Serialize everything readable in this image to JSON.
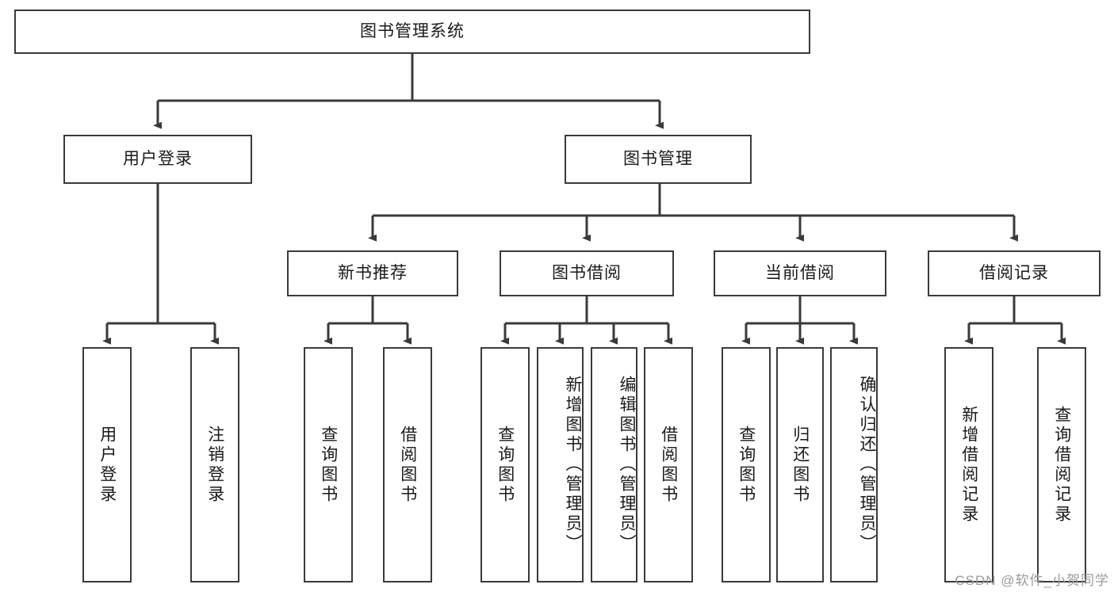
{
  "diagram": {
    "type": "tree-hierarchy-chart",
    "title": "图书管理系统",
    "stroke_color": "#3a3a3a",
    "fill_color": "#ffffff",
    "text_color": "#1a1a1a",
    "watermark": "CSDN @软件_小贺同学"
  },
  "nodes": {
    "root": {
      "label": "图书管理系统"
    },
    "level2": [
      {
        "id": "user-login",
        "label": "用户登录"
      },
      {
        "id": "book-manage",
        "label": "图书管理"
      }
    ],
    "level3": [
      {
        "id": "new-book-recommend",
        "label": "新书推荐"
      },
      {
        "id": "book-borrow",
        "label": "图书借阅"
      },
      {
        "id": "current-borrow",
        "label": "当前借阅"
      },
      {
        "id": "borrow-record",
        "label": "借阅记录"
      }
    ],
    "leaves": {
      "user_login": [
        {
          "id": "leaf-user-login",
          "label": "用户登录"
        },
        {
          "id": "leaf-logout-login",
          "label": "注销登录"
        }
      ],
      "new_book_recommend": [
        {
          "id": "leaf-query-book-1",
          "label": "查询图书"
        },
        {
          "id": "leaf-borrow-book-1",
          "label": "借阅图书"
        }
      ],
      "book_borrow": [
        {
          "id": "leaf-query-book-2",
          "label": "查询图书"
        },
        {
          "id": "leaf-add-book-admin",
          "label": "新增图书（管理员）"
        },
        {
          "id": "leaf-edit-book-admin",
          "label": "编辑图书（管理员）"
        },
        {
          "id": "leaf-borrow-book-2",
          "label": "借阅图书"
        }
      ],
      "current_borrow": [
        {
          "id": "leaf-query-book-3",
          "label": "查询图书"
        },
        {
          "id": "leaf-return-book",
          "label": "归还图书"
        },
        {
          "id": "leaf-confirm-return-admin",
          "label": "确认归还（管理员）"
        }
      ],
      "borrow_record": [
        {
          "id": "leaf-add-borrow-record",
          "label": "新增借阅记录"
        },
        {
          "id": "leaf-query-borrow-record",
          "label": "查询借阅记录"
        }
      ]
    }
  }
}
